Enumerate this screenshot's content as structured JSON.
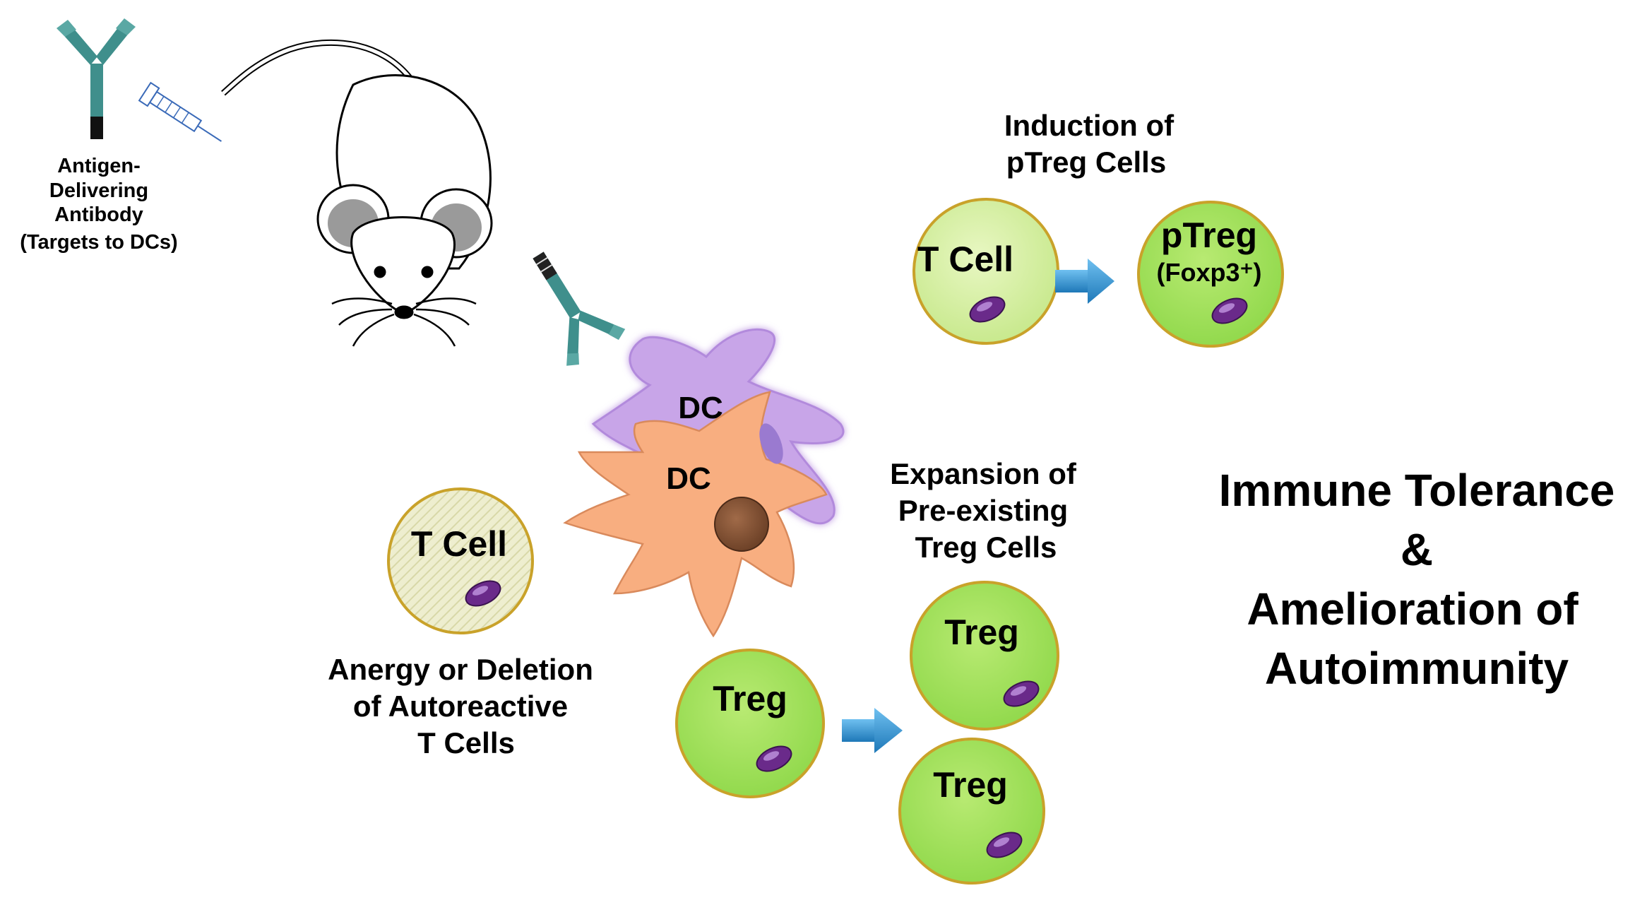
{
  "antibody_label": {
    "line1": "Antigen-",
    "line2": "Delivering",
    "line3": "Antibody",
    "line4": "(Targets to DCs)"
  },
  "dendritic_cells": {
    "back_label": "DC",
    "front_label": "DC"
  },
  "induction": {
    "title_line1": "Induction of",
    "title_line2": "pTreg Cells",
    "t_cell_label": "T Cell",
    "ptreg_label": "pTreg",
    "ptreg_sub": "(Foxp3⁺)"
  },
  "expansion": {
    "title_line1": "Expansion of",
    "title_line2": "Pre-existing",
    "title_line3": "Treg Cells",
    "treg_source": "Treg",
    "treg_top": "Treg",
    "treg_bottom": "Treg"
  },
  "anergy": {
    "t_cell_label": "T Cell",
    "caption_line1": "Anergy or Deletion",
    "caption_line2": "of Autoreactive",
    "caption_line3": "T Cells"
  },
  "outcome": {
    "line1": "Immune Tolerance",
    "line2": "&",
    "line3": "Amelioration of",
    "line4": "Autoimmunity"
  },
  "colors": {
    "antibody_teal": "#3f8f8c",
    "dc_purple": "#c8a5e8",
    "dc_orange": "#f8ae80",
    "nucleus_brown": "#8a5a3c",
    "tcell_green_light": "#d6ef9e",
    "treg_green": "#a5e25e",
    "cell_border": "#c9a22a",
    "arrow_blue": "#2a8fd0",
    "organelle_purple": "#6a2a8a"
  }
}
